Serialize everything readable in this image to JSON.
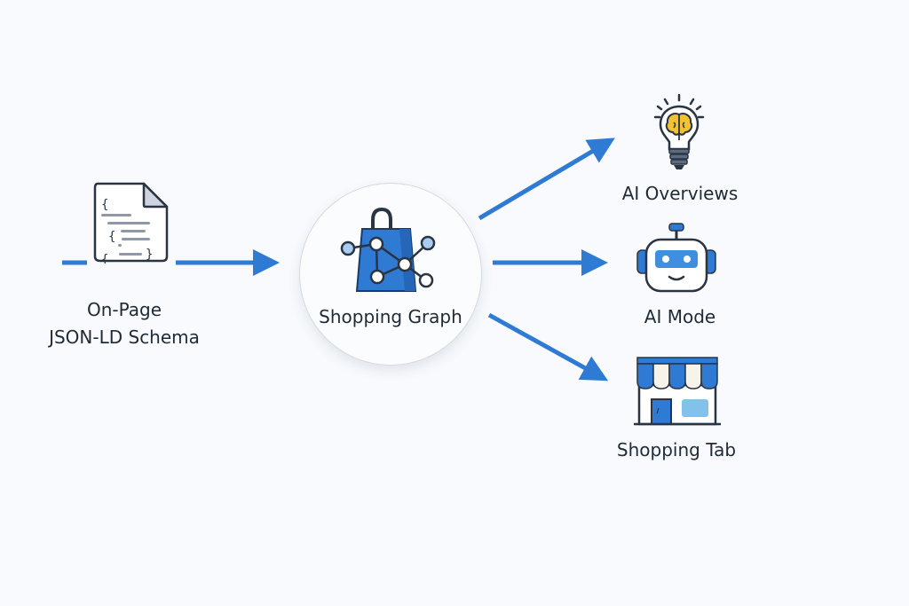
{
  "colors": {
    "accent": "#2f7bd4",
    "text": "#1f2a37",
    "icon_stroke": "#2b3442",
    "background": "#f8fafd"
  },
  "source": {
    "label_line1": "On-Page",
    "label_line2": "JSON-LD Schema",
    "icon": "json-document-icon"
  },
  "hub": {
    "label": "Shopping Graph",
    "icon": "shopping-bag-graph-icon"
  },
  "targets": [
    {
      "label": "AI Overviews",
      "icon": "lightbulb-brain-icon"
    },
    {
      "label": "AI Mode",
      "icon": "robot-icon"
    },
    {
      "label": "Shopping Tab",
      "icon": "storefront-icon"
    }
  ]
}
